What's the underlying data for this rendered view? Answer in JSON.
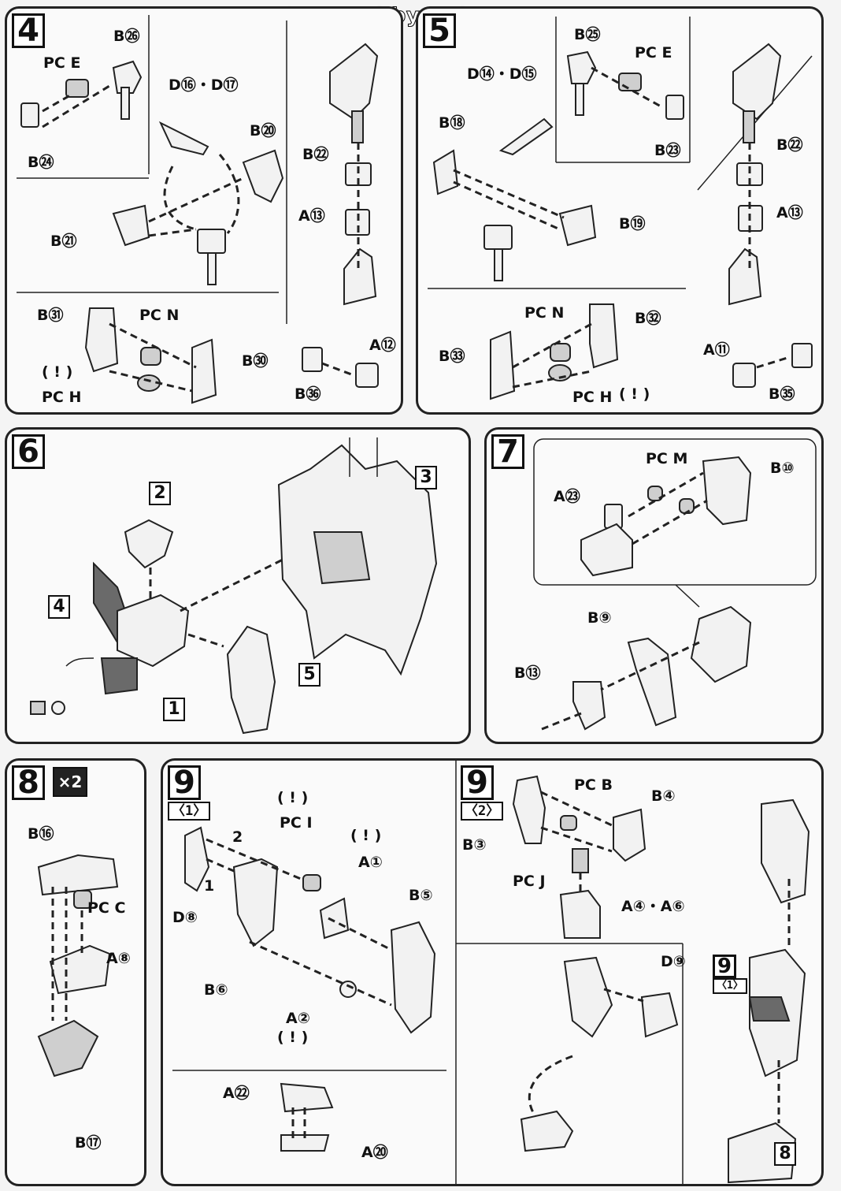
{
  "header": {
    "watermark": "Scanned by Dalong.net"
  },
  "steps": {
    "s4": {
      "number": "4",
      "labels": {
        "b26": "B㉖",
        "pce": "PC E",
        "b24": "B㉔",
        "d16_17": "D⑯・D⑰",
        "b20": "B⑳",
        "b22": "B㉒",
        "a13": "A⑬",
        "b21": "B㉑",
        "b31": "B㉛",
        "pcn": "PC N",
        "b30": "B㉚",
        "pch": "PC H",
        "a12": "A⑫",
        "b36": "B㊱"
      },
      "warning": "( ! )"
    },
    "s5": {
      "number": "5",
      "labels": {
        "b25": "B㉕",
        "pce": "PC E",
        "d14_15": "D⑭・D⑮",
        "b18": "B⑱",
        "b23": "B㉓",
        "b22": "B㉒",
        "b19": "B⑲",
        "a13": "A⑬",
        "pcn": "PC N",
        "b32": "B㉜",
        "b33": "B㉝",
        "pch": "PC H",
        "a11": "A⑪",
        "b35": "B㉟"
      },
      "warning": "( ! )"
    },
    "s6": {
      "number": "6",
      "boxes": {
        "b1": "1",
        "b2": "2",
        "b3": "3",
        "b4": "4",
        "b5": "5"
      }
    },
    "s7": {
      "number": "7",
      "labels": {
        "pcm": "PC M",
        "b10": "B⑩",
        "a23": "A㉓",
        "b9": "B⑨",
        "b13": "B⑬"
      }
    },
    "s8": {
      "number": "8",
      "multiplier": "×2",
      "labels": {
        "b16": "B⑯",
        "pcc": "PC C",
        "a8": "A⑧",
        "b17": "B⑰"
      }
    },
    "s9_1": {
      "number": "9",
      "sub": "〈1〉",
      "labels": {
        "pci": "PC I",
        "a1": "A①",
        "b5": "B⑤",
        "d8": "D⑧",
        "b6": "B⑥",
        "a2": "A②",
        "a22": "A㉒",
        "a20": "A⑳",
        "n1": "1",
        "n2": "2"
      },
      "warning": "( ! )"
    },
    "s9_2": {
      "number": "9",
      "sub": "〈2〉",
      "labels": {
        "pcb": "PC B",
        "b4": "B④",
        "b3": "B③",
        "pcj": "PC J",
        "a4_6": "A④・A⑥",
        "d9": "D⑨"
      },
      "inset_step": "9",
      "inset_sub": "〈1〉",
      "box8": "8"
    }
  }
}
